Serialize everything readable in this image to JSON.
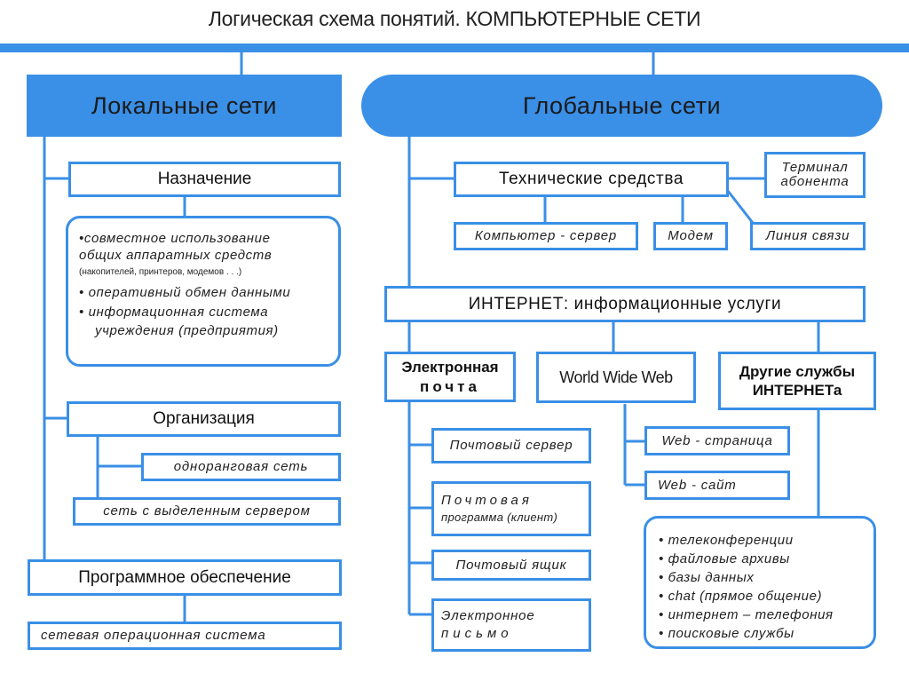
{
  "title": "Логическая схема понятий. КОМПЬЮТЕРНЫЕ СЕТИ",
  "colors": {
    "accent": "#3a8fe6"
  },
  "local": {
    "header": "Локальные сети",
    "purpose": {
      "title": "Назначение",
      "items": [
        "•совместное   использование",
        "общих аппаратных средств",
        "(накопителей, принтеров, модемов . . .)",
        "• оперативный обмен данными",
        "• информационная система",
        "учреждения (предприятия)"
      ]
    },
    "organization": {
      "title": "Организация",
      "peer": "одноранговая сеть",
      "server": "сеть с выделенным сервером"
    },
    "software": {
      "title": "Программное обеспечение",
      "os": "сетевая операционная система"
    }
  },
  "global": {
    "header": "Глобальные сети",
    "tech": {
      "title": "Технические средства",
      "computer": "Компьютер - сервер",
      "modem": "Модем",
      "line": "Линия связи",
      "terminal_1": "Терминал",
      "terminal_2": "абонента"
    },
    "internet": {
      "title": "ИНТЕРНЕТ:  информационные  услуги",
      "email": {
        "title_1": "Электронная",
        "title_2": "почта",
        "server": "Почтовый сервер",
        "program_1": "Почтовая",
        "program_2": "программа (клиент)",
        "mailbox": "Почтовый ящик",
        "letter_1": "Электронное",
        "letter_2": "письмо"
      },
      "www": {
        "title": "World Wide Web",
        "page": "Web - страница",
        "site": "Web - сайт"
      },
      "other": {
        "title_1": "Другие службы",
        "title_2": "ИНТЕРНЕТа",
        "items": [
          "• телеконференции",
          "• файловые архивы",
          "• базы данных",
          "• chat (прямое общение)",
          "• интернет – телефония",
          "• поисковые службы"
        ]
      }
    }
  }
}
